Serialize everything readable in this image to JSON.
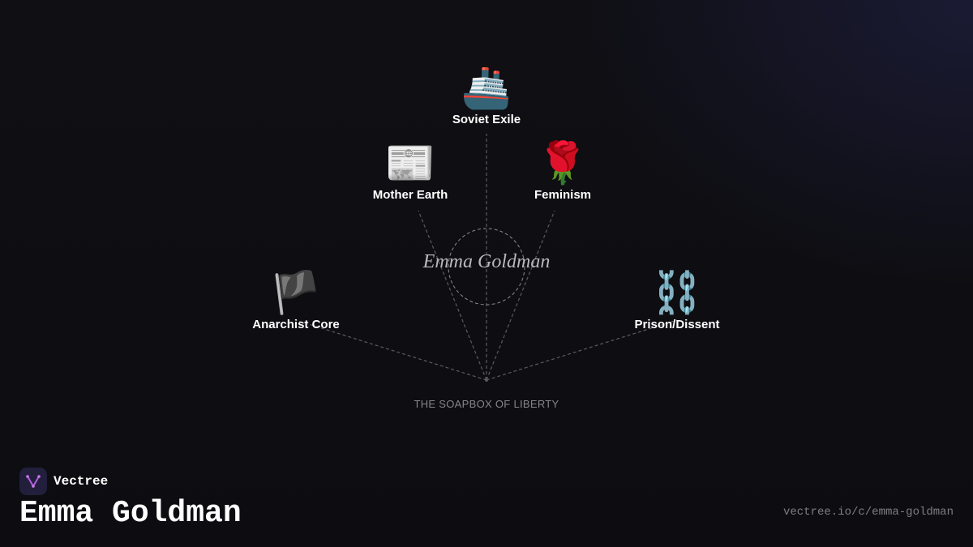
{
  "diagram": {
    "center_label": "Emma Goldman",
    "caption": "THE SOAPBOX OF LIBERTY",
    "nodes": [
      {
        "label": "Soviet Exile",
        "icon": "ship-icon",
        "emoji": "🚢"
      },
      {
        "label": "Mother Earth",
        "icon": "newspaper-icon",
        "emoji": "📰"
      },
      {
        "label": "Feminism",
        "icon": "rose-icon",
        "emoji": "🌹"
      },
      {
        "label": "Anarchist Core",
        "icon": "black-flag-icon",
        "emoji": "🏴"
      },
      {
        "label": "Prison/Dissent",
        "icon": "chains-icon",
        "emoji": "⛓️"
      }
    ]
  },
  "footer": {
    "brand_name": "Vectree",
    "title": "Emma Goldman",
    "url": "vectree.io/c/emma-goldman"
  },
  "colors": {
    "background": "#0e0e12",
    "text": "#ffffff",
    "muted_text": "#85858d",
    "connector": "#5a5a62",
    "brand_accent": "#b25be0"
  }
}
